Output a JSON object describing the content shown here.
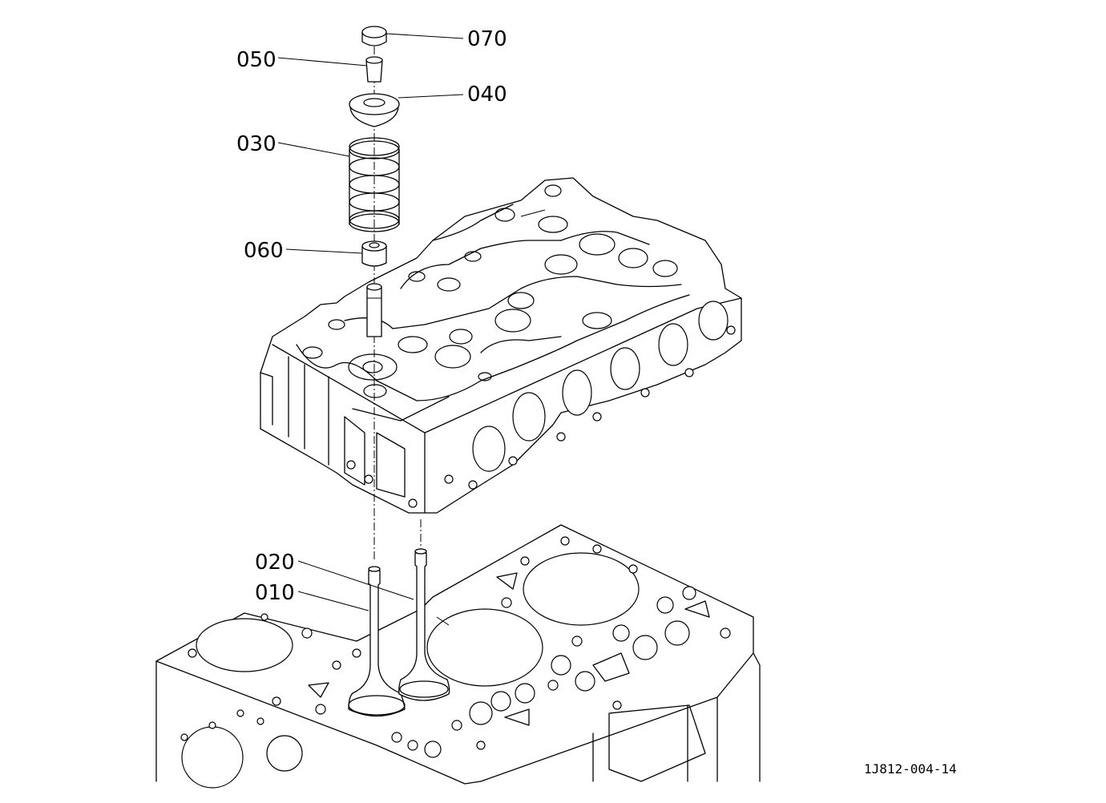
{
  "diagram": {
    "callouts": [
      {
        "id": "070",
        "label": "070"
      },
      {
        "id": "050",
        "label": "050"
      },
      {
        "id": "040",
        "label": "040"
      },
      {
        "id": "030",
        "label": "030"
      },
      {
        "id": "060",
        "label": "060"
      },
      {
        "id": "020",
        "label": "020"
      },
      {
        "id": "010",
        "label": "010"
      }
    ],
    "figure_code": "1J812-004-14"
  }
}
